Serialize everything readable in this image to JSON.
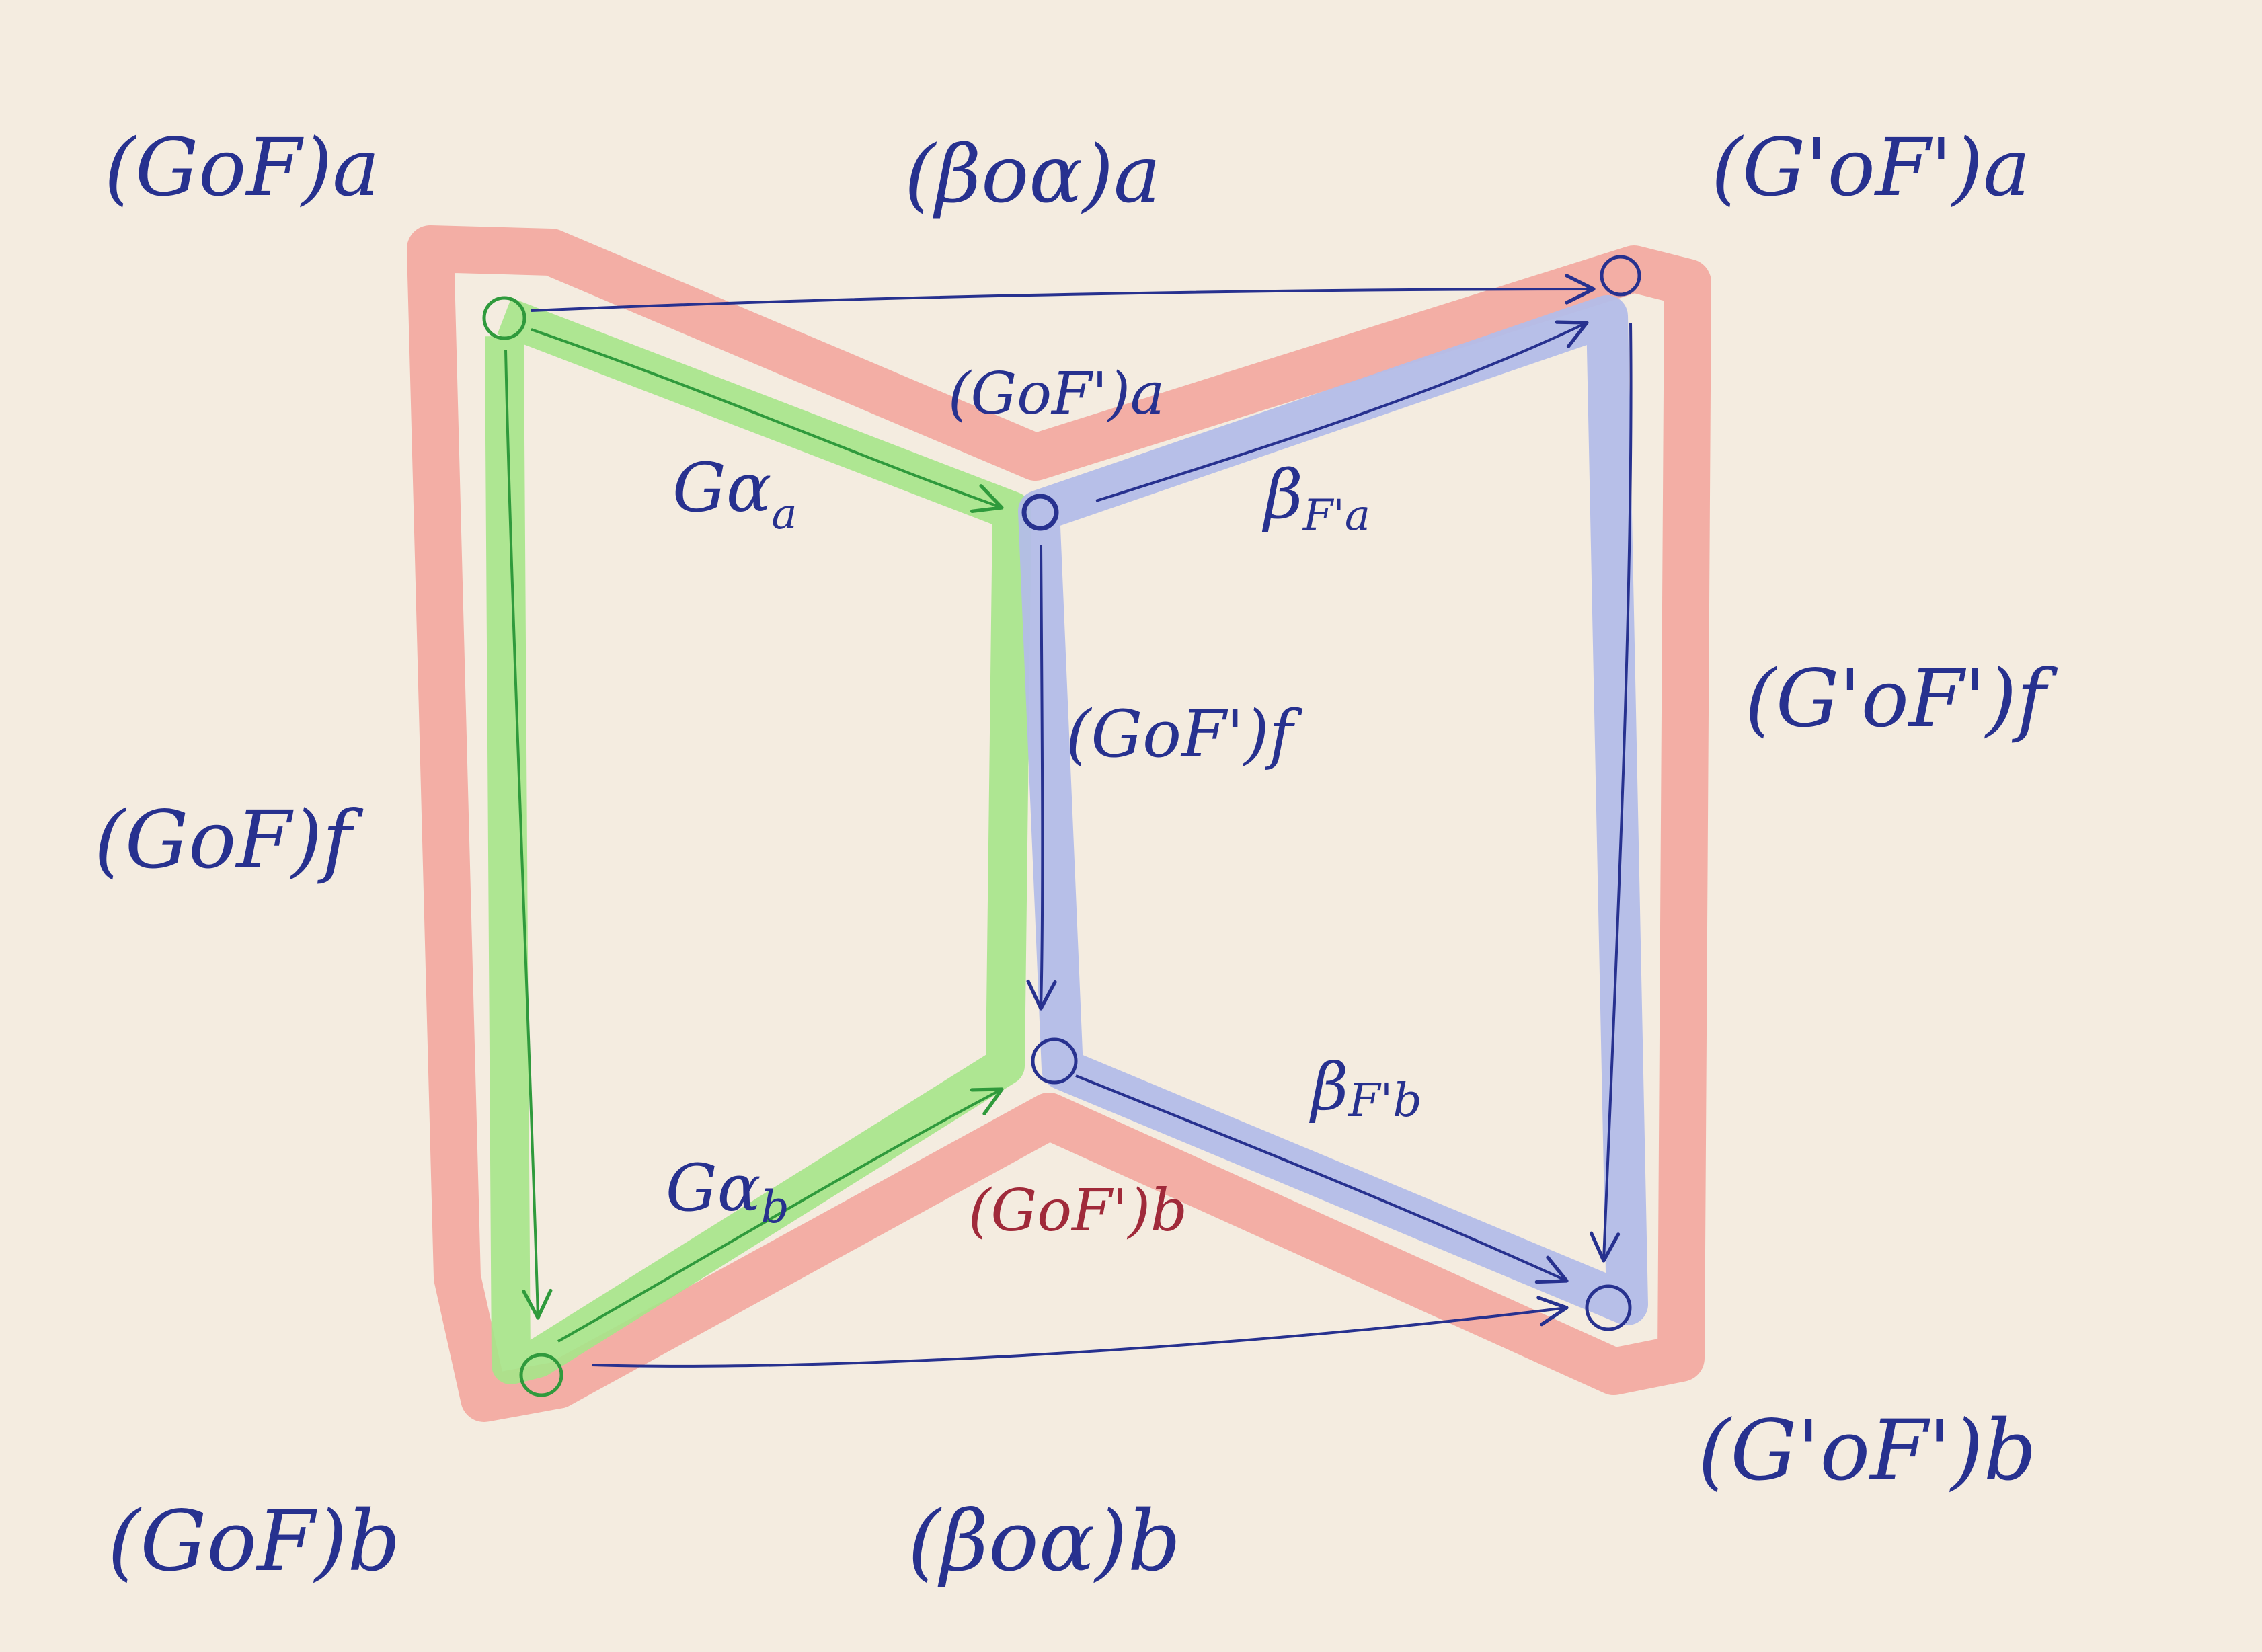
{
  "nodes": {
    "gof_a": {
      "label": "(GoF)a"
    },
    "gof_b": {
      "label": "(GoF)b"
    },
    "gof_prime_a": {
      "label": "(GoF')a"
    },
    "gof_prime_b": {
      "label": "(GoF')b"
    },
    "gprime_fprime_a": {
      "label": "(G'oF')a"
    },
    "gprime_fprime_b": {
      "label": "(G'oF')b"
    }
  },
  "arrows": {
    "beta_alpha_a": {
      "label": "(βoα)a"
    },
    "beta_alpha_b": {
      "label": "(βoα)b"
    },
    "g_alpha_a": {
      "label": "Gα",
      "sub": "a"
    },
    "g_alpha_b": {
      "label": "Gα",
      "sub": "b"
    },
    "beta_fprime_a": {
      "label": "β",
      "sub": "F'a"
    },
    "beta_fprime_b": {
      "label": "β",
      "sub": "F'b"
    },
    "gof_f": {
      "label": "(GoF)f"
    },
    "gof_prime_f": {
      "label": "(GoF')f"
    },
    "gprime_fprime_f": {
      "label": "(G'oF')f"
    }
  },
  "colors": {
    "paper": "#f4ece0",
    "ink": "#27318f",
    "red_highlight": "#f2a39a",
    "green_highlight": "#a6e58a",
    "blue_highlight": "#b3bde8",
    "green_ink": "#2f9a3c"
  }
}
